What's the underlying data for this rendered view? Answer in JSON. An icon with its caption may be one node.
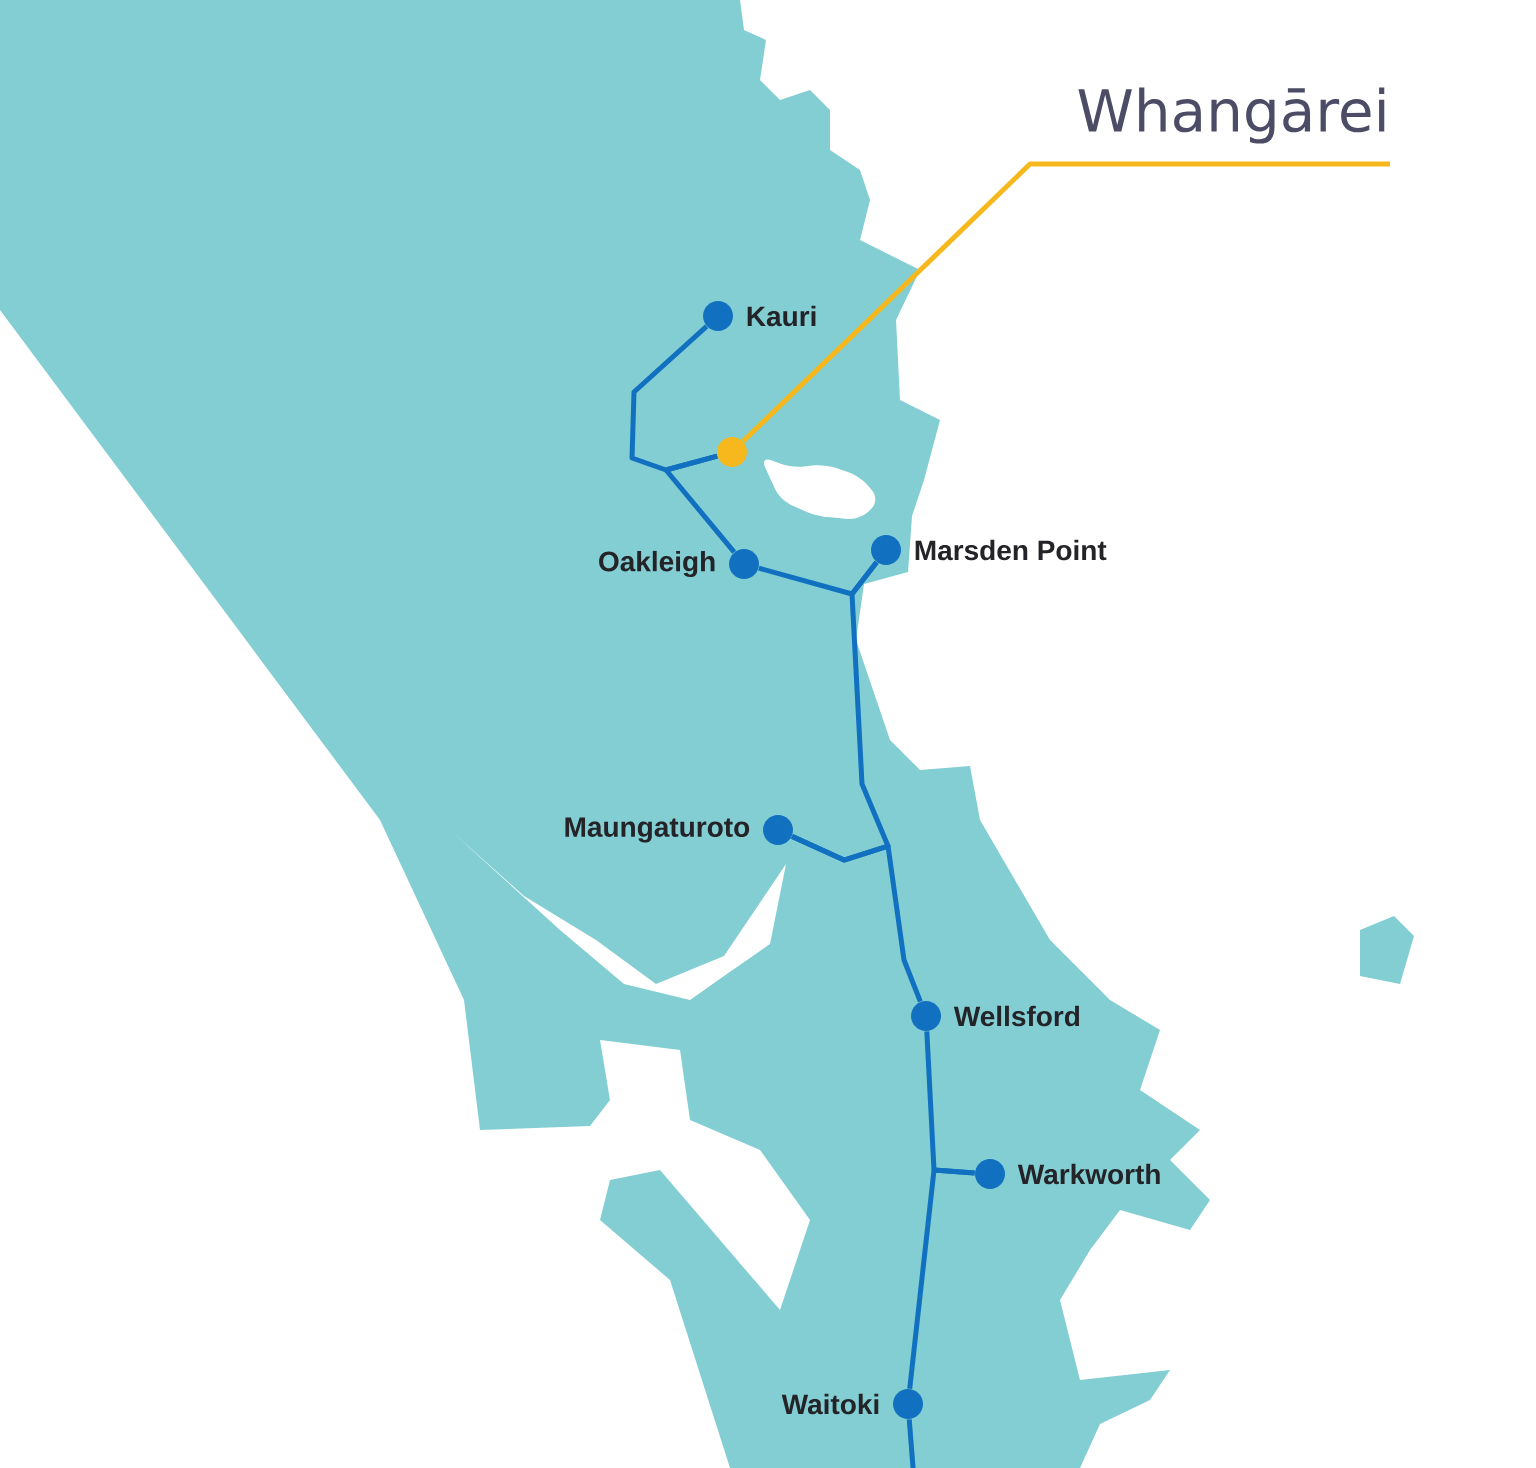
{
  "diagram": {
    "nodes": [
      {
        "text": [
          "Whangārei"
        ]
      },
      {
        "text": [],
        "shape": "circle"
      },
      {
        "text": [],
        "shape": "circle",
        "beside": [
          "Kauri"
        ]
      },
      {
        "text": [],
        "shape": "circle",
        "beside": [
          "Oakleigh"
        ]
      },
      {
        "text": [],
        "shape": "circle",
        "beside": [
          "Marsden Point"
        ]
      },
      {
        "text": [],
        "shape": "circle",
        "beside": [
          "Maungaturoto"
        ]
      },
      {
        "text": [],
        "shape": "circle",
        "beside": [
          "Wellsford"
        ]
      },
      {
        "text": [],
        "shape": "circle",
        "beside": [
          "Warkworth"
        ]
      },
      {
        "text": [],
        "shape": "circle",
        "beside": [
          "Waitoki"
        ]
      }
    ],
    "edges": [
      {
        "from": 0,
        "to": 1,
        "arrow": "none",
        "color": "#f6b81c"
      },
      {
        "from": 2,
        "to": 1,
        "arrow": "none"
      },
      {
        "from": 1,
        "to": 3,
        "arrow": "none"
      },
      {
        "from": 3,
        "to": 4,
        "arrow": "none"
      },
      {
        "from": 4,
        "to": 5,
        "arrow": "none"
      },
      {
        "from": 5,
        "to": 6,
        "arrow": "none"
      },
      {
        "from": 6,
        "to": 7,
        "arrow": "none"
      },
      {
        "from": 7,
        "to": 8,
        "arrow": "none"
      },
      {
        "from": 8,
        "to": null,
        "arrow": "none"
      }
    ]
  }
}
